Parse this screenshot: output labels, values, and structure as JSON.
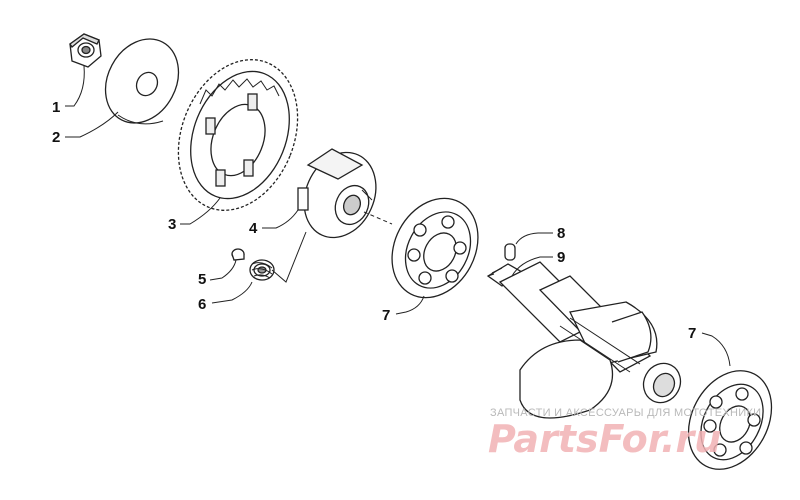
{
  "diagram": {
    "callouts": {
      "n1": "1",
      "n2": "2",
      "n3": "3",
      "n4": "4",
      "n5": "5",
      "n6": "6",
      "n7a": "7",
      "n7b": "7",
      "n8": "8",
      "n9": "9"
    },
    "watermark": {
      "caption": "ЗАПЧАСТИ И АКСЕССУАРЫ ДЛЯ МОТОТЕХНИКИ",
      "brand": "PartsFor.ru"
    },
    "colors": {
      "ink": "#222222",
      "watermark_brand": "#f1b2b4",
      "watermark_caption": "#b9b9b9"
    }
  }
}
